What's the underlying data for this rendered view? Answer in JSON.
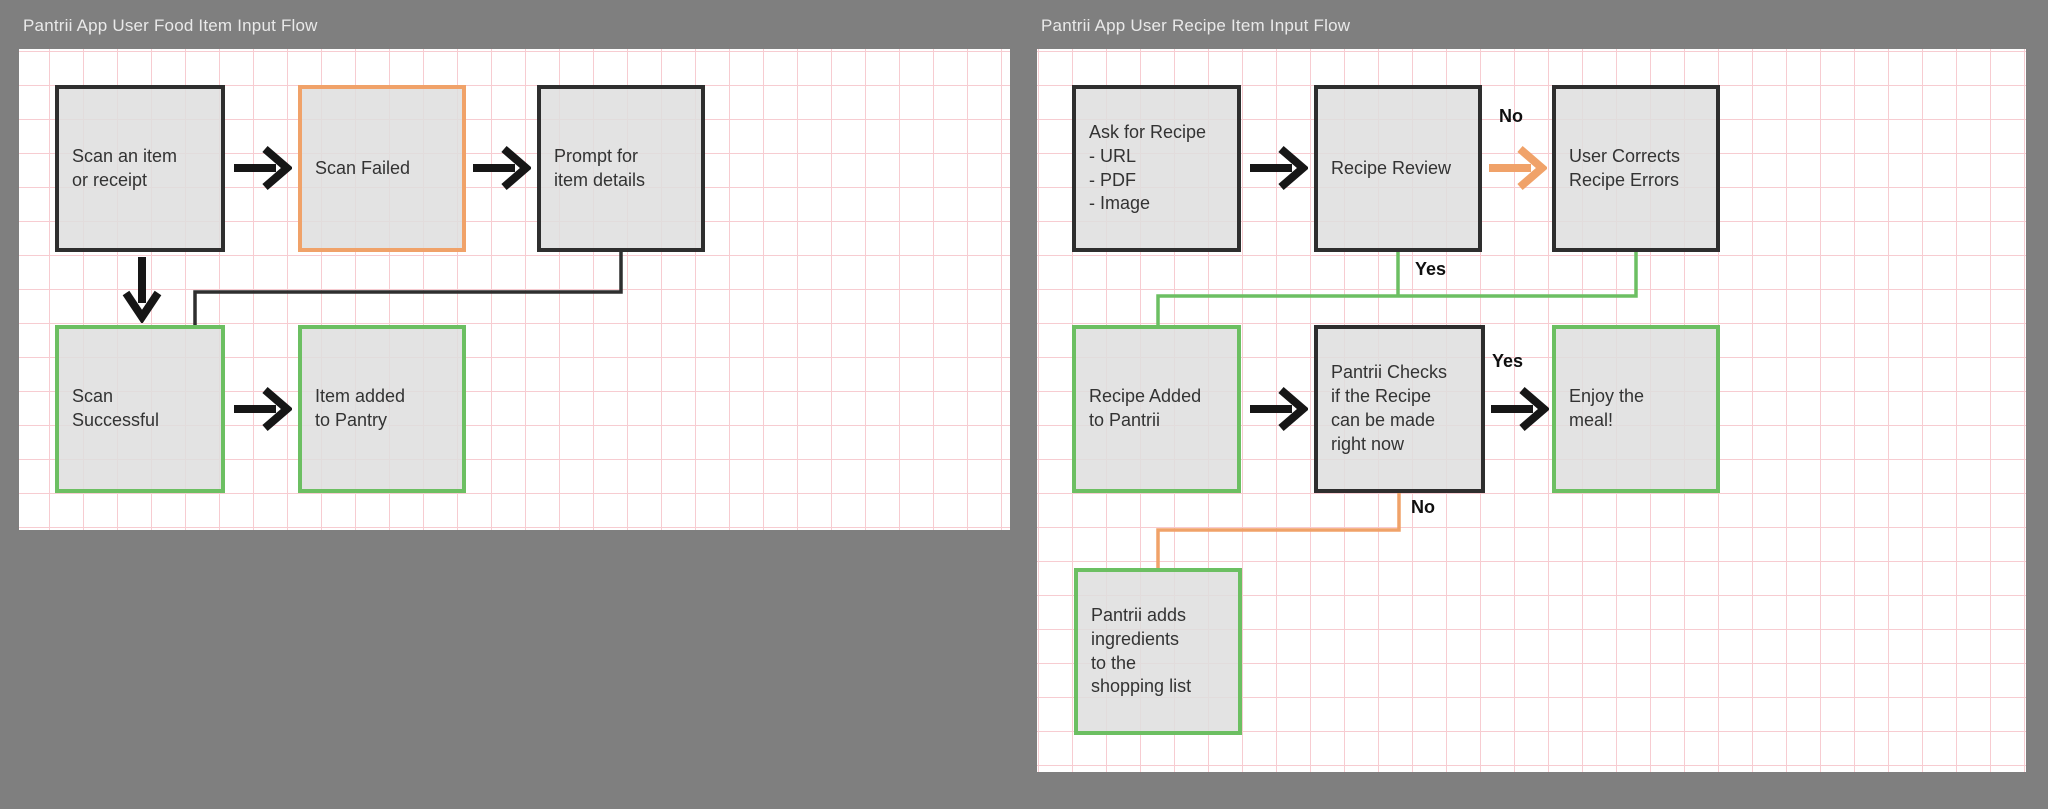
{
  "colors": {
    "background": "#7f7f7f",
    "canvas": "#ffffff",
    "grid_line": "#f7ccd1",
    "node_fill": "#dedede",
    "border_dark": "#2e2e2e",
    "border_green": "#6cbf62",
    "border_orange": "#f0a269",
    "arrow_black": "#161616",
    "arrow_orange": "#f0a269",
    "node_text": "#333333",
    "frame_title_text": "#e9e9e9",
    "edge_label_text": "#0f0f0f"
  },
  "food_flow": {
    "title": "Pantrii App User Food Item Input Flow",
    "nodes": {
      "scan_item": "Scan an item\nor receipt",
      "scan_failed": "Scan Failed",
      "prompt_details": "Prompt for\nitem details",
      "scan_successful": "Scan\nSuccessful",
      "item_added": "Item added\nto Pantry"
    }
  },
  "recipe_flow": {
    "title": "Pantrii App User Recipe Item Input Flow",
    "nodes": {
      "ask_recipe": "Ask for Recipe\n- URL\n- PDF\n- Image",
      "recipe_review": "Recipe Review",
      "user_corrects": "User Corrects\nRecipe Errors",
      "recipe_added": "Recipe Added\nto Pantrii",
      "pantrii_checks": "Pantrii Checks\nif the Recipe\ncan be made\nright now",
      "enjoy_meal": "Enjoy the\nmeal!",
      "adds_to_shopping": "Pantrii adds\ningredients\nto the\nshopping list"
    },
    "labels": {
      "no_top": "No",
      "yes_top": "Yes",
      "yes_mid": "Yes",
      "no_bottom": "No"
    }
  }
}
